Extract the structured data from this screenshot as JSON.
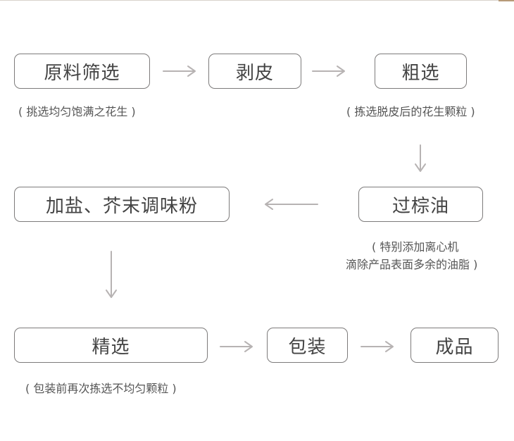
{
  "steps": {
    "raw_screening": "原料筛选",
    "peeling": "剥皮",
    "rough_selection": "粗选",
    "oiling": "过棕油",
    "seasoning": "加盐、芥末调味粉",
    "fine_selection": "精选",
    "packaging": "包装",
    "finished": "成品"
  },
  "notes": {
    "raw_screening": "( 挑选均匀饱满之花生 )",
    "rough_selection": "( 拣选脱皮后的花生颗粒 )",
    "oiling_line1": "( 特别添加离心机",
    "oiling_line2": "滴除产品表面多余的油脂 )",
    "fine_selection": "( 包装前再次拣选不均匀颗粒 )"
  },
  "colors": {
    "border": "#7d7b7b",
    "arrow": "#b7b3b3",
    "text": "#444444"
  }
}
